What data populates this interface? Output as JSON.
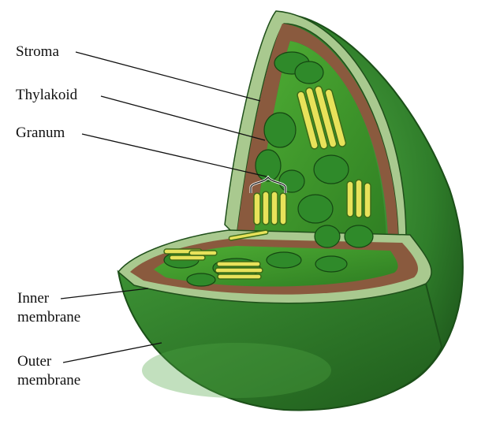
{
  "labels": {
    "stroma": "Stroma",
    "thylakoid": "Thylakoid",
    "granum": "Granum",
    "inner_membrane_line1": "Inner",
    "inner_membrane_line2": "membrane",
    "outer_membrane_line1": "Outer",
    "outer_membrane_line2": "membrane"
  },
  "colors": {
    "outer_green": "#2f7d2a",
    "outer_dark": "#1e5a1b",
    "membrane_pale": "#a9c98f",
    "intermembrane_brown": "#8a5a3e",
    "stroma_green": "#3f9a2c",
    "thylakoid_yellow": "#e8e25a",
    "leader_line": "#111111"
  }
}
